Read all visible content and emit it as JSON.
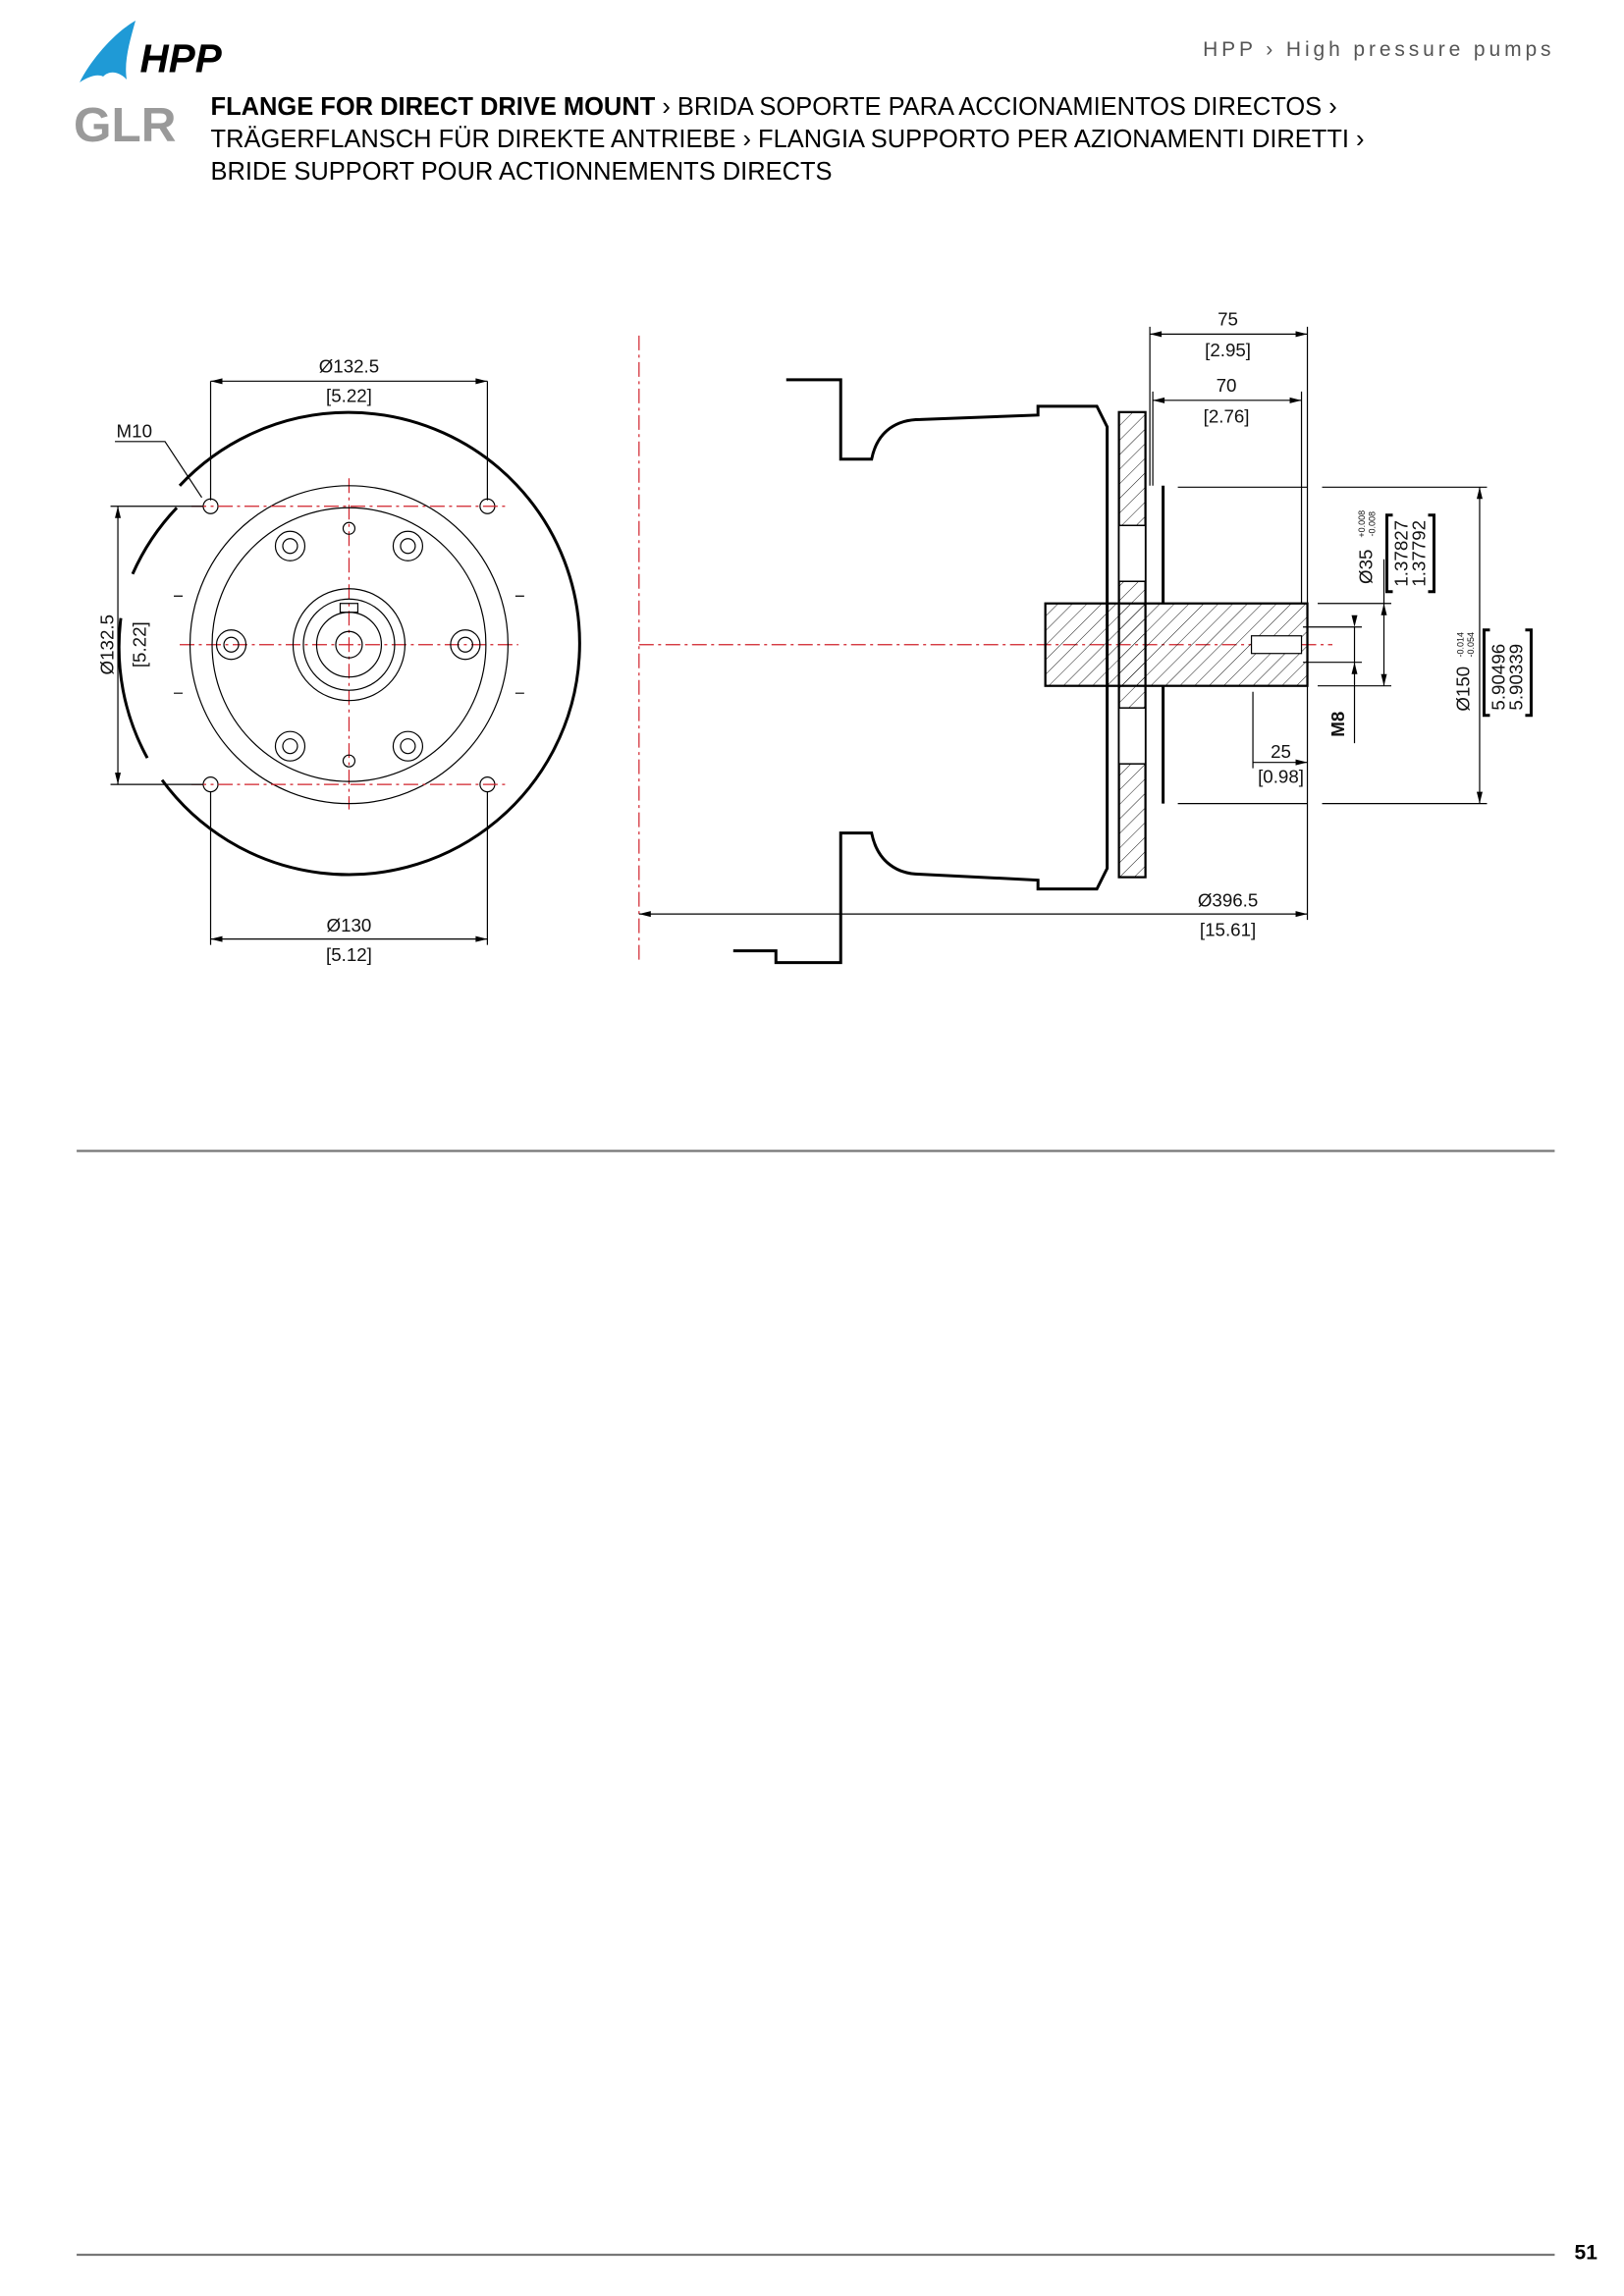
{
  "header": {
    "logo_text": "HPP",
    "series_code": "GLR",
    "section": "HPP › High pressure pumps",
    "title_bold": "FLANGE FOR DIRECT DRIVE MOUNT",
    "title_rest_line1": " › BRIDA SOPORTE PARA ACCIONAMIENTOS DIRECTOS ›",
    "title_line2": "TRÄGERFLANSCH FÜR DIREKTE ANTRIEBE › FLANGIA SUPPORTO PER AZIONAMENTI DIRETTI ›",
    "title_line3": "BRIDE SUPPORT POUR ACTIONNEMENTS DIRECTS"
  },
  "front_view": {
    "top_dim": "Ø132.5",
    "top_dim_in": "[5.22]",
    "bottom_dim": "Ø130",
    "bottom_dim_in": "[5.12]",
    "left_dim": "Ø132.5",
    "left_dim_in": "[5.22]",
    "thread_label": "M10"
  },
  "side_view": {
    "dim_75": "75",
    "dim_75_in": "[2.95]",
    "dim_70": "70",
    "dim_70_in": "[2.76]",
    "dim_outer": "Ø396.5",
    "dim_outer_in": "[15.61]",
    "dim_25": "25",
    "dim_25_in": "[0.98]",
    "thread": "M8",
    "shaft_dia": "Ø35",
    "shaft_tol_upper": "+0.008",
    "shaft_tol_lower": "-0.008",
    "shaft_in_1": "1.37827",
    "shaft_in_2": "1.37792",
    "pilot_dia": "Ø150",
    "pilot_tol_upper": "-0.014",
    "pilot_tol_lower": "-0.054",
    "pilot_in_1": "5.90496",
    "pilot_in_2": "5.90339"
  },
  "footer": {
    "page_number": "51"
  },
  "colors": {
    "logo_blue": "#1f9ad6",
    "series_gray": "#9a9a9a",
    "centerline_red": "#d0202a"
  }
}
